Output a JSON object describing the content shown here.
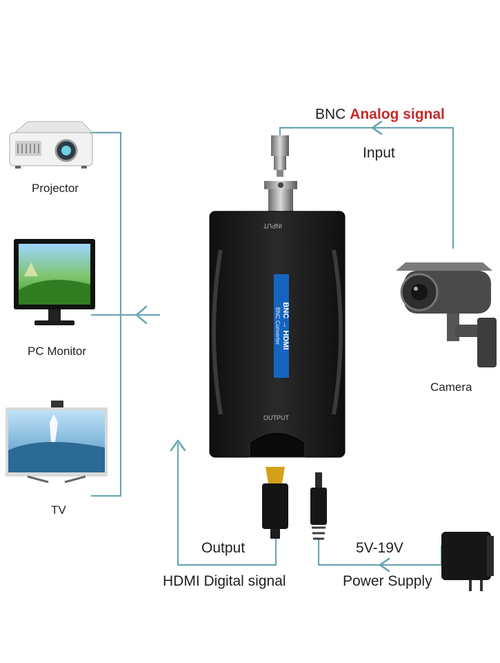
{
  "labels": {
    "bnc_prefix": "BNC",
    "analog_signal": "Analog signal",
    "input": "Input",
    "projector": "Projector",
    "pc_monitor": "PC Monitor",
    "camera": "Camera",
    "tv": "TV",
    "output": "Output",
    "hdmi_digital_signal": "HDMI Digital signal",
    "voltage": "5V-19V",
    "power_supply": "Power Supply"
  },
  "device": {
    "top_label": "INPUT",
    "bottom_label": "OUTPUT",
    "title": "BNC → HDMI",
    "subtitle": "BNC Converter"
  },
  "colors": {
    "line": "#6aa6b4",
    "accent_red": "#c62828",
    "badge_blue": "#1565c0",
    "device_black": "#1a1a1a"
  }
}
